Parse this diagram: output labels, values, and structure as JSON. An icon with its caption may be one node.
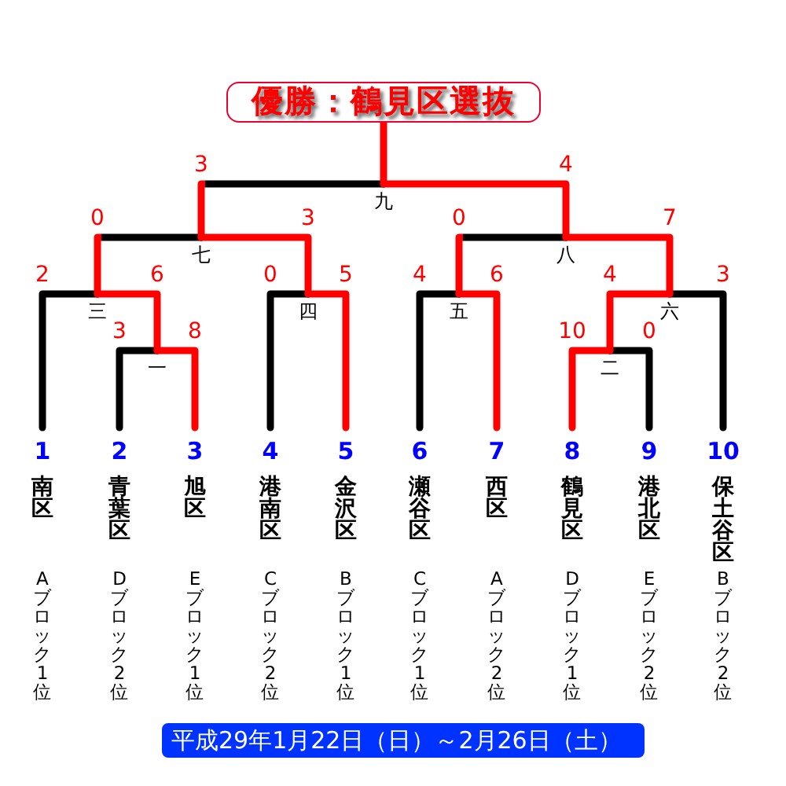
{
  "diagram": {
    "caption": "平成29年1月22日（日）～2月26日（土）",
    "nodes": [
      {
        "text": [
          "優勝：鶴見区選抜"
        ]
      },
      {
        "text": [
          "九"
        ]
      },
      {
        "text": [
          "七"
        ]
      },
      {
        "text": [
          "八"
        ]
      },
      {
        "text": [
          "三"
        ]
      },
      {
        "text": [
          "四"
        ]
      },
      {
        "text": [
          "五"
        ]
      },
      {
        "text": [
          "六"
        ]
      },
      {
        "text": [
          "一"
        ]
      },
      {
        "text": [
          "二"
        ]
      },
      {
        "text": [
          "1",
          "南区",
          "Aブロック1位"
        ]
      },
      {
        "text": [
          "2",
          "青葉区",
          "Dブロック2位"
        ]
      },
      {
        "text": [
          "3",
          "旭区",
          "Eブロック1位"
        ]
      },
      {
        "text": [
          "4",
          "港南区",
          "Cブロック2位"
        ]
      },
      {
        "text": [
          "5",
          "金沢区",
          "Bブロック1位"
        ]
      },
      {
        "text": [
          "6",
          "瀬谷区",
          "Cブロック1位"
        ]
      },
      {
        "text": [
          "7",
          "西区",
          "Aブロック2位"
        ]
      },
      {
        "text": [
          "8",
          "鶴見区",
          "Dブロック1位"
        ]
      },
      {
        "text": [
          "9",
          "港北区",
          "Eブロック2位"
        ]
      },
      {
        "text": [
          "10",
          "保土谷区",
          "Bブロック2位"
        ]
      }
    ],
    "edges": [
      {
        "from": 11,
        "to": 8,
        "arrow": "none",
        "label": "3",
        "color": "#000000"
      },
      {
        "from": 12,
        "to": 8,
        "arrow": "none",
        "label": "8"
      },
      {
        "from": 17,
        "to": 9,
        "arrow": "none",
        "label": "10"
      },
      {
        "from": 18,
        "to": 9,
        "arrow": "none",
        "label": "0",
        "color": "#000000"
      },
      {
        "from": 10,
        "to": 4,
        "arrow": "none",
        "label": "2",
        "color": "#000000"
      },
      {
        "from": 8,
        "to": 4,
        "arrow": "none",
        "label": "6"
      },
      {
        "from": 13,
        "to": 5,
        "arrow": "none",
        "label": "0",
        "color": "#000000"
      },
      {
        "from": 14,
        "to": 5,
        "arrow": "none",
        "label": "5"
      },
      {
        "from": 15,
        "to": 6,
        "arrow": "none",
        "label": "4",
        "color": "#000000"
      },
      {
        "from": 16,
        "to": 6,
        "arrow": "none",
        "label": "6"
      },
      {
        "from": 9,
        "to": 7,
        "arrow": "none",
        "label": "4"
      },
      {
        "from": 19,
        "to": 7,
        "arrow": "none",
        "label": "3",
        "color": "#000000"
      },
      {
        "from": 4,
        "to": 2,
        "arrow": "none",
        "label": "0",
        "color": "#000000"
      },
      {
        "from": 5,
        "to": 2,
        "arrow": "none",
        "label": "3"
      },
      {
        "from": 6,
        "to": 3,
        "arrow": "none",
        "label": "0",
        "color": "#000000"
      },
      {
        "from": 7,
        "to": 3,
        "arrow": "none",
        "label": "7"
      },
      {
        "from": 2,
        "to": 1,
        "arrow": "none",
        "label": "3",
        "color": "#000000"
      },
      {
        "from": 3,
        "to": 1,
        "arrow": "none",
        "label": "4"
      },
      {
        "from": 1,
        "to": 0,
        "arrow": "none"
      }
    ]
  }
}
